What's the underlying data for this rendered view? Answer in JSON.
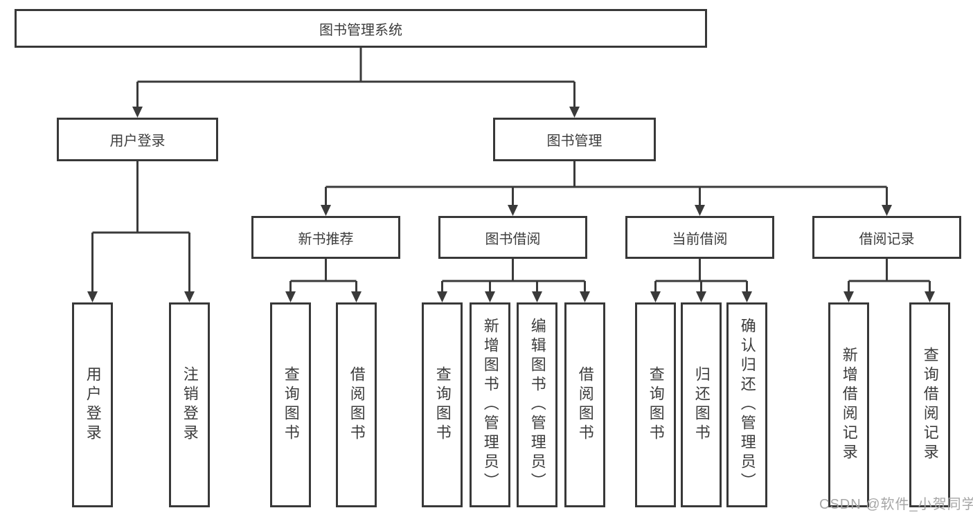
{
  "diagram": {
    "title": "图书管理系统",
    "level2": [
      {
        "id": "user-login",
        "label": "用户登录"
      },
      {
        "id": "book-management",
        "label": "图书管理"
      }
    ],
    "level3": [
      {
        "id": "new-book-recommend",
        "label": "新书推荐"
      },
      {
        "id": "book-borrow",
        "label": "图书借阅"
      },
      {
        "id": "current-borrow",
        "label": "当前借阅"
      },
      {
        "id": "borrow-records",
        "label": "借阅记录"
      }
    ],
    "leaves": {
      "user_login": [
        "用户登录",
        "注销登录"
      ],
      "new_book_recommend": [
        "查询图书",
        "借阅图书"
      ],
      "book_borrow": [
        "查询图书",
        "新增图书（管理员）",
        "编辑图书（管理员）",
        "借阅图书"
      ],
      "current_borrow": [
        "查询图书",
        "归还图书",
        "确认归还（管理员）"
      ],
      "borrow_records": [
        "新增借阅记录",
        "查询借阅记录"
      ]
    }
  },
  "watermark": {
    "text": "CSDN @软件_小贺同学"
  },
  "colors": {
    "line": "#3a3a3a",
    "border": "#383838",
    "text": "#3c3c3c",
    "background": "#ffffff",
    "watermark": "#a6a6a6"
  }
}
